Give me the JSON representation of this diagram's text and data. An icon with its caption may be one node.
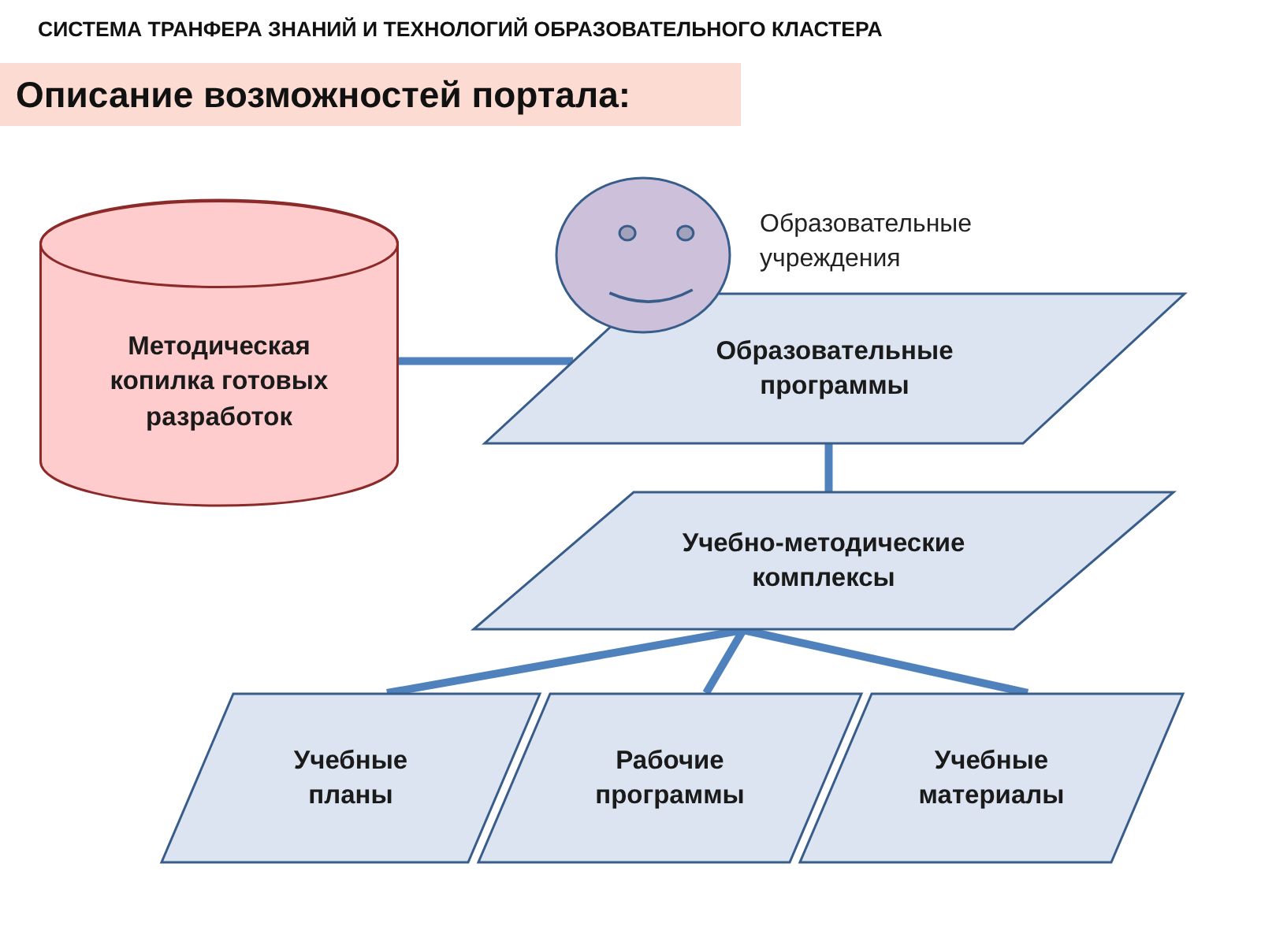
{
  "diagram": {
    "title": "СИСТЕМА ТРАНФЕРА ЗНАНИЙ И ТЕХНОЛОГИЙ ОБРАЗОВАТЕЛЬНОГО КЛАСТЕРА",
    "nodes": [
      {
        "text": [
          "Методическая копилка готовых разработок"
        ]
      },
      {
        "text": [],
        "shape": "circle",
        "beside": [
          "Образовательные учреждения"
        ]
      },
      {
        "text": [
          "Образовательные программы"
        ]
      },
      {
        "text": [
          "Учебно-методические комплексы"
        ]
      },
      {
        "text": [
          "Учебные планы"
        ]
      },
      {
        "text": [
          "Рабочие программы"
        ]
      },
      {
        "text": [
          "Учебные материалы"
        ]
      }
    ],
    "edges": [
      {
        "from": 0,
        "to": 2,
        "arrow": "none"
      },
      {
        "from": 2,
        "to": 3,
        "arrow": "none"
      },
      {
        "from": 3,
        "to": 4,
        "arrow": "none"
      },
      {
        "from": 3,
        "to": 5,
        "arrow": "none"
      },
      {
        "from": 3,
        "to": 6,
        "arrow": "none"
      }
    ],
    "labels": [
      "Описание возможностей портала:"
    ]
  }
}
